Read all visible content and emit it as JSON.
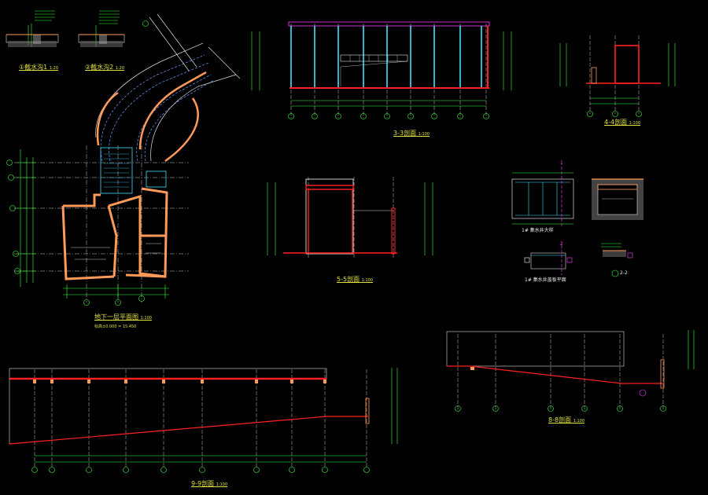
{
  "drawing": {
    "background": "#000000",
    "colors": {
      "wall": "#ff9a5a",
      "dimension": "#3cff3c",
      "axis": "#c8c8c8",
      "grid": "#6fa0ff",
      "floor": "#ff2020",
      "glass": "#40e0ff",
      "text": "#e8e8e8",
      "title": "#e0e040",
      "magenta": "#ff40ff"
    },
    "views": {
      "detail1": {
        "title": "①截水沟1",
        "scale": "1:20"
      },
      "detail2": {
        "title": "②截水沟2",
        "scale": "1:20"
      },
      "plan": {
        "title": "地下一层平面图",
        "scale": "1:100",
        "note": "标高±0.000 = 15.450"
      },
      "section33": {
        "title": "3-3剖面",
        "scale": "1:100"
      },
      "section44": {
        "title": "4-4剖面",
        "scale": "1:100"
      },
      "section55": {
        "title": "5-5剖面",
        "scale": "1:100"
      },
      "section99": {
        "title": "9-9剖面",
        "scale": "1:100"
      },
      "section88": {
        "title": "8-8剖面",
        "scale": "1:100"
      },
      "sump_plan": {
        "title": "1# 集水井大样"
      },
      "sump_11": {
        "title": "1# 1-1剖面"
      },
      "sump_cover": {
        "title": "1# 集水井盖板平面"
      },
      "detail22": {
        "title": "2-2"
      }
    },
    "section_marks": {
      "mark1": "1",
      "mark2": "2"
    }
  }
}
